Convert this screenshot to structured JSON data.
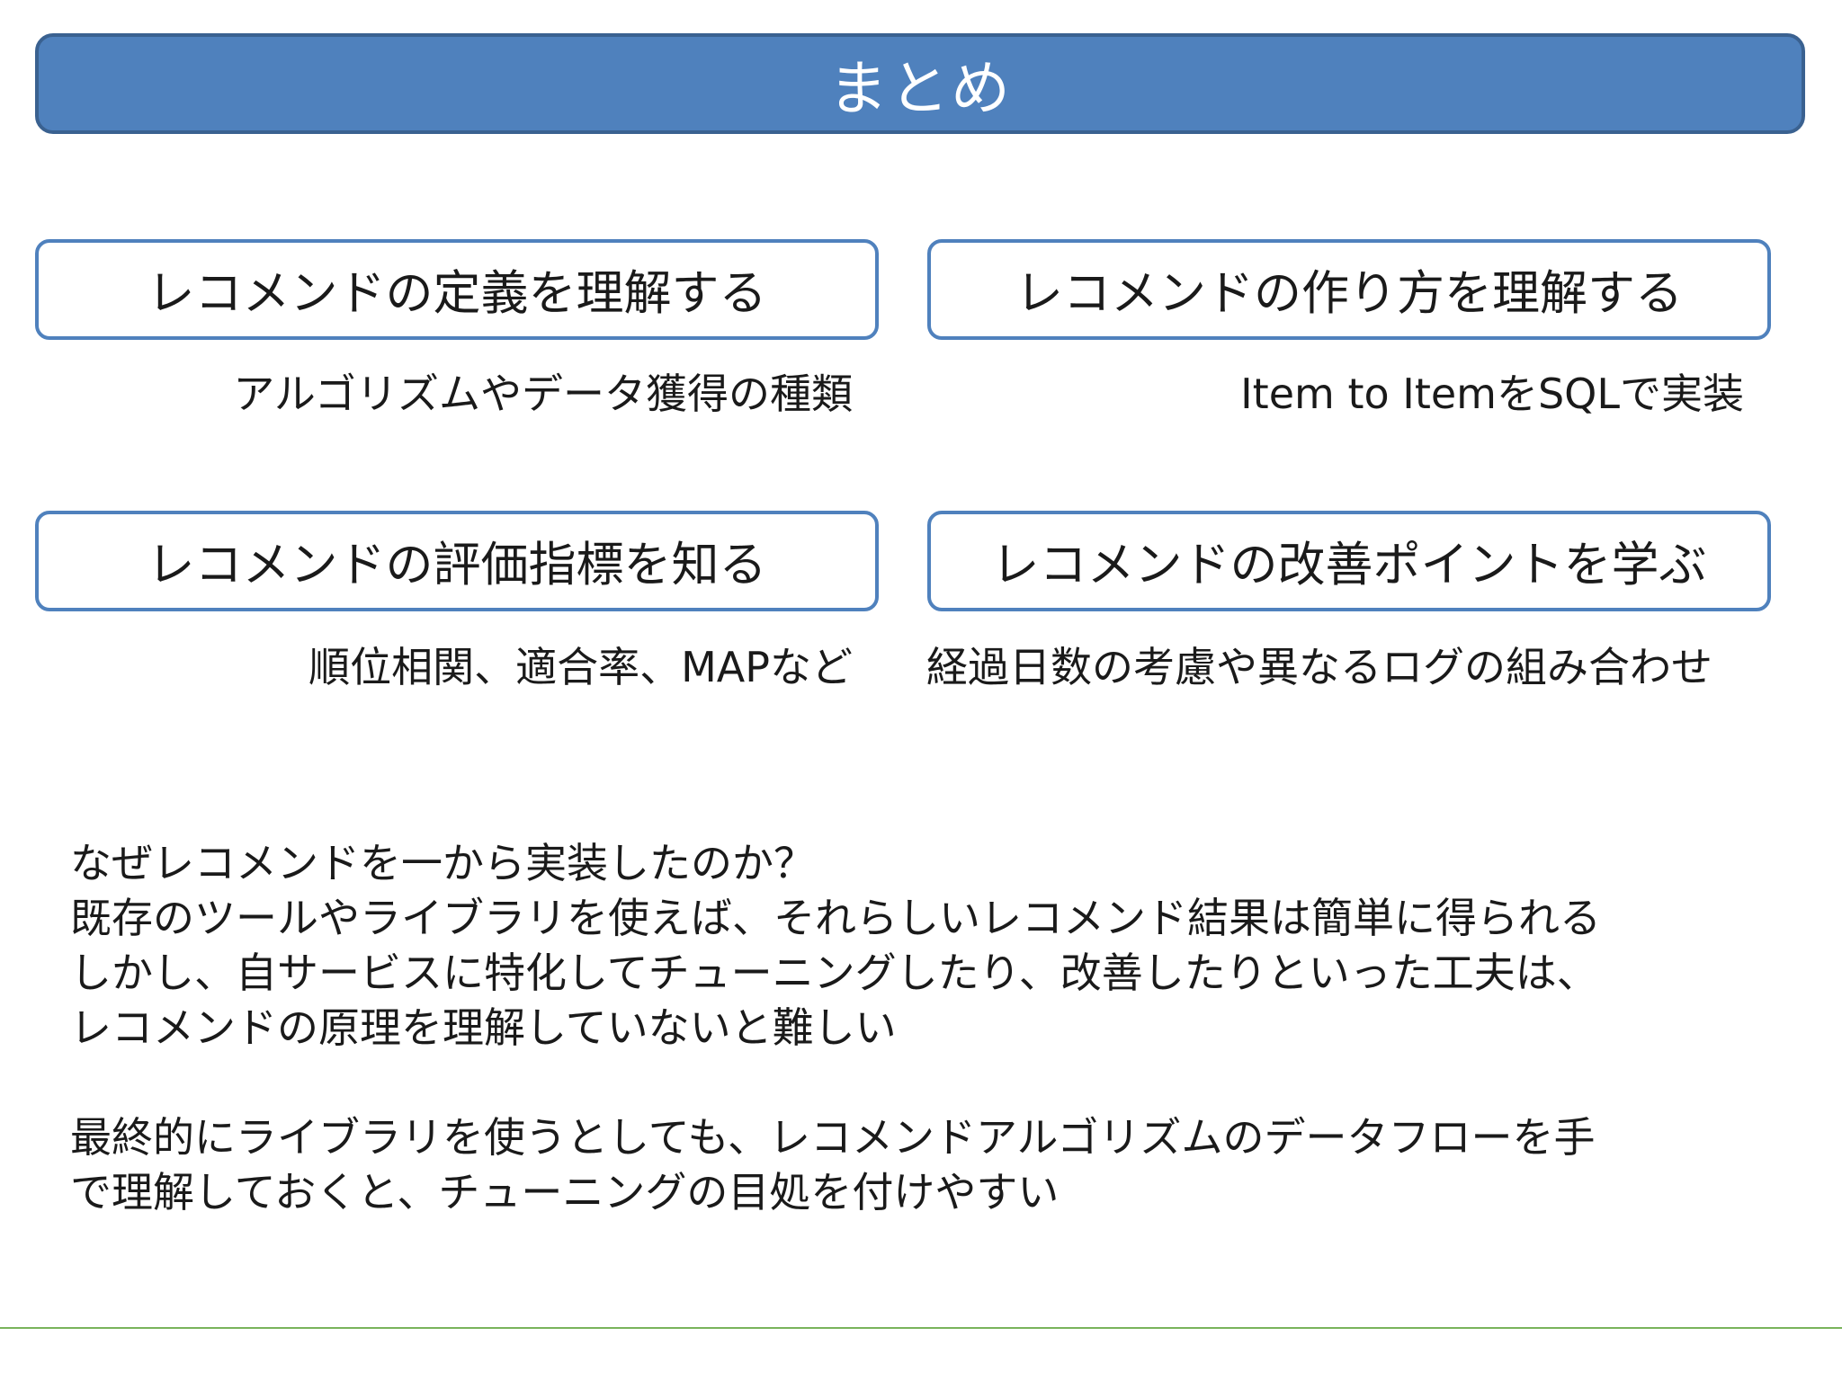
{
  "slide": {
    "title": "まとめ",
    "boxes": [
      {
        "heading": "レコメンドの定義を理解する",
        "caption": "アルゴリズムやデータ獲得の種類"
      },
      {
        "heading": "レコメンドの作り方を理解する",
        "caption": "Item to ItemをSQLで実装"
      },
      {
        "heading": "レコメンドの評価指標を知る",
        "caption": "順位相関、適合率、MAPなど"
      },
      {
        "heading": "レコメンドの改善ポイントを学ぶ",
        "caption": "経過日数の考慮や異なるログの組み合わせ"
      }
    ],
    "paragraph1": [
      "なぜレコメンドを一から実装したのか？",
      "既存のツールやライブラリを使えば、それらしいレコメンド結果は簡単に得られる",
      "しかし、自サービスに特化してチューニングしたり、改善したりといった工夫は、",
      "レコメンドの原理を理解していないと難しい"
    ],
    "paragraph2": [
      "最終的にライブラリを使うとしても、レコメンドアルゴリズムのデータフローを手",
      "で理解しておくと、チューニングの目処を付けやすい"
    ],
    "colors": {
      "title_fill": "#4f81bd",
      "box_border": "#4f81bd",
      "footer_rule": "#79b35b"
    }
  }
}
